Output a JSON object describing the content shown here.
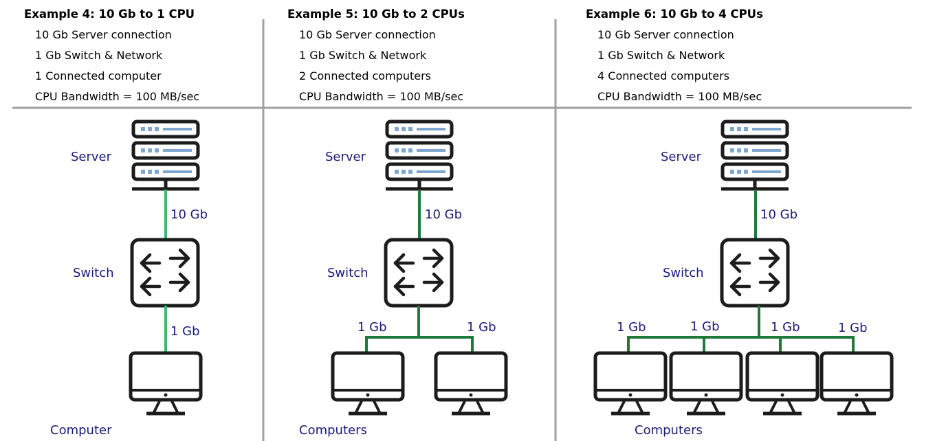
{
  "colors": {
    "label": "#1a1a7a",
    "link_light_green": "#3db86a",
    "link_dark_green": "#1f7a3a",
    "divider": "#a0a0a0",
    "icon_stroke": "#1c1c1c",
    "server_led": "#7fa6cf"
  },
  "icons": {
    "server": "server-rack-icon",
    "switch": "network-switch-icon",
    "computer": "desktop-monitor-icon"
  },
  "examples": [
    {
      "title": "Example 4: 10 Gb to 1 CPU",
      "lines": [
        "10 Gb Server connection",
        "1 Gb Switch & Network",
        "1 Connected computer",
        "CPU Bandwidth = 100 MB/sec"
      ],
      "server_label": "Server",
      "switch_label": "Switch",
      "computer_label": "Computer",
      "uplink_label": "10 Gb",
      "downlink_labels": [
        "1 Gb"
      ],
      "computer_count": 1
    },
    {
      "title": "Example 5: 10 Gb to 2 CPUs",
      "lines": [
        "10 Gb Server connection",
        "1 Gb Switch & Network",
        "2 Connected computers",
        "CPU Bandwidth = 100 MB/sec"
      ],
      "server_label": "Server",
      "switch_label": "Switch",
      "computer_label": "Computers",
      "uplink_label": "10 Gb",
      "downlink_labels": [
        "1 Gb",
        "1 Gb"
      ],
      "computer_count": 2
    },
    {
      "title": "Example 6: 10 Gb to 4 CPUs",
      "lines": [
        "10 Gb Server connection",
        "1 Gb Switch & Network",
        "4 Connected computers",
        "CPU Bandwidth = 100 MB/sec"
      ],
      "server_label": "Server",
      "switch_label": "Switch",
      "computer_label": "Computers",
      "uplink_label": "10 Gb",
      "downlink_labels": [
        "1 Gb",
        "1 Gb",
        "1 Gb",
        "1 Gb"
      ],
      "computer_count": 4
    }
  ]
}
